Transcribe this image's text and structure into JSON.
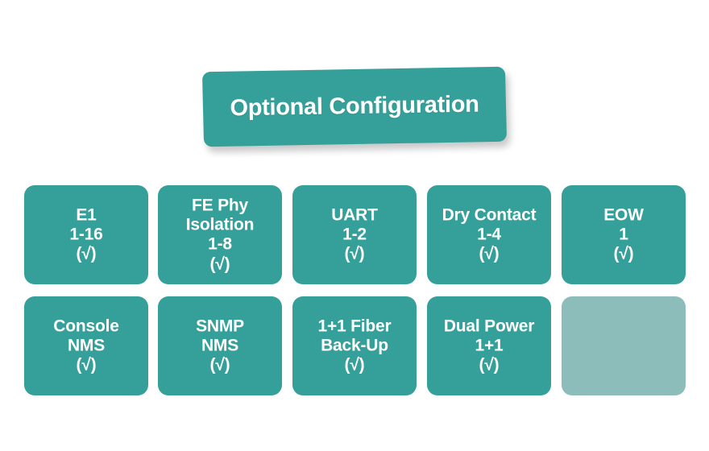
{
  "background_color": "#ffffff",
  "banner": {
    "title": "Optional Configuration",
    "color": "#35a099",
    "text_color": "#ffffff"
  },
  "tiles": {
    "color": "#35a099",
    "empty_color": "#8dbdbb",
    "text_color": "#ffffff",
    "check_symbol": "(√)",
    "rows": [
      [
        {
          "name": "E1",
          "line1": "E1",
          "line2": "1-16",
          "check": "(√)"
        },
        {
          "name": "FE Phy",
          "line1": "FE Phy",
          "line2": "Isolation",
          "line3": "1-8",
          "check": "(√)"
        },
        {
          "name": "UART",
          "line1": "UART",
          "line2": "1-2",
          "check": "(√)"
        },
        {
          "name": "Dry Contact",
          "line1": "Dry Contact",
          "line2": "1-4",
          "check": "(√)"
        },
        {
          "name": "EOW",
          "line1": "EOW",
          "line2": "1",
          "check": "(√)"
        }
      ],
      [
        {
          "name": "Console NMS",
          "line1": "Console",
          "line2": "NMS",
          "check": "(√)"
        },
        {
          "name": "SNMP NMS",
          "line1": "SNMP",
          "line2": "NMS",
          "check": "(√)"
        },
        {
          "name": "1+1 Fiber Back-Up",
          "line1": "1+1 Fiber",
          "line2": "Back-Up",
          "check": "(√)"
        },
        {
          "name": "Dual Power",
          "line1": "Dual Power",
          "line2": "1+1",
          "check": "(√)"
        },
        {
          "name": "empty",
          "line1": "",
          "line2": "",
          "check": ""
        }
      ]
    ]
  }
}
